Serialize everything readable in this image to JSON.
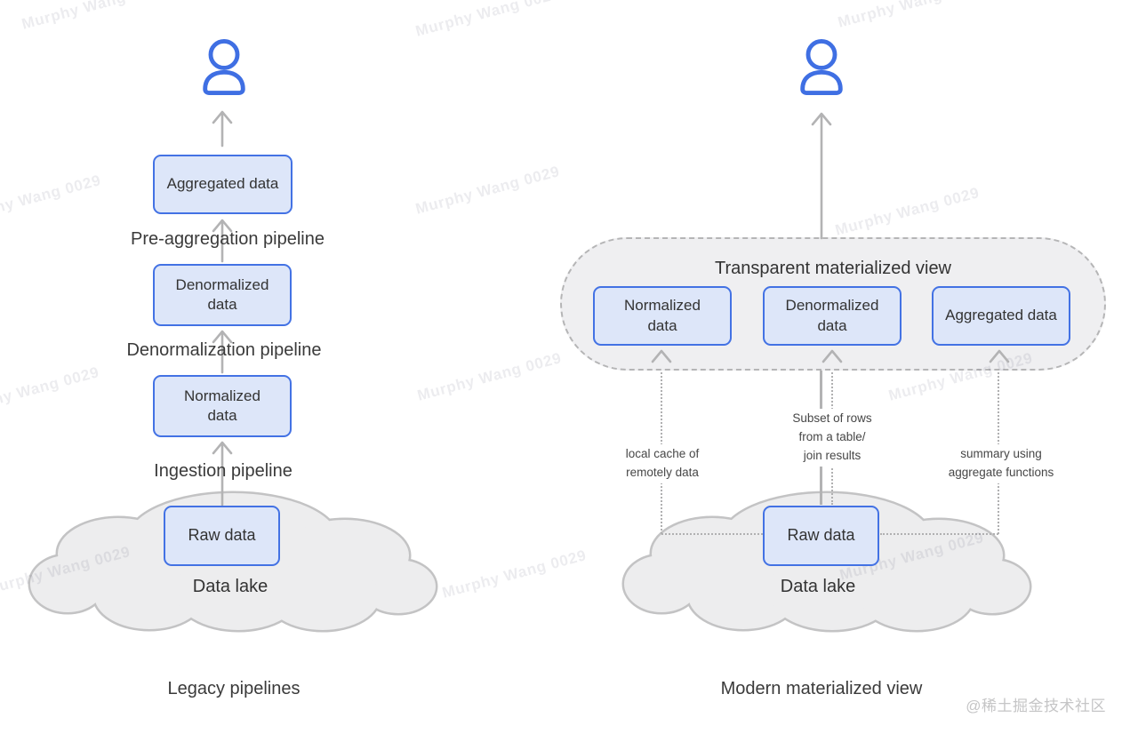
{
  "watermark": {
    "text": "Murphy Wang 0029"
  },
  "attribution": "@稀土掘金技术社区",
  "left_diagram": {
    "caption": "Legacy pipelines",
    "cloud_label": "Data lake",
    "boxes": {
      "aggregated": "Aggregated data",
      "denormalized": "Denormalized\ndata",
      "normalized": "Normalized\ndata",
      "raw": "Raw data"
    },
    "pipelines": {
      "pre_aggregation": "Pre-aggregation pipeline",
      "denormalization": "Denormalization pipeline",
      "ingestion": "Ingestion pipeline"
    }
  },
  "right_diagram": {
    "caption": "Modern materialized view",
    "container_title": "Transparent materialized view",
    "cloud_label": "Data lake",
    "boxes": {
      "normalized": "Normalized\ndata",
      "denormalized": "Denormalized\ndata",
      "aggregated": "Aggregated data",
      "raw": "Raw data"
    },
    "annotations": {
      "normalized": "local cache of\nremotely data",
      "denormalized": "Subset of rows\nfrom a table/\njoin results",
      "aggregated": "summary using\naggregate functions"
    }
  },
  "colors": {
    "box_border": "#4372e4",
    "box_fill": "#dde6f9",
    "line_gray": "#b3b3b4",
    "cloud_fill": "#ededee",
    "cloud_border": "#c3c3c4",
    "container_fill": "#efeff1",
    "container_border": "#b5b5b6",
    "user_icon": "#3f6fe3",
    "text": "#3a3a3a"
  }
}
